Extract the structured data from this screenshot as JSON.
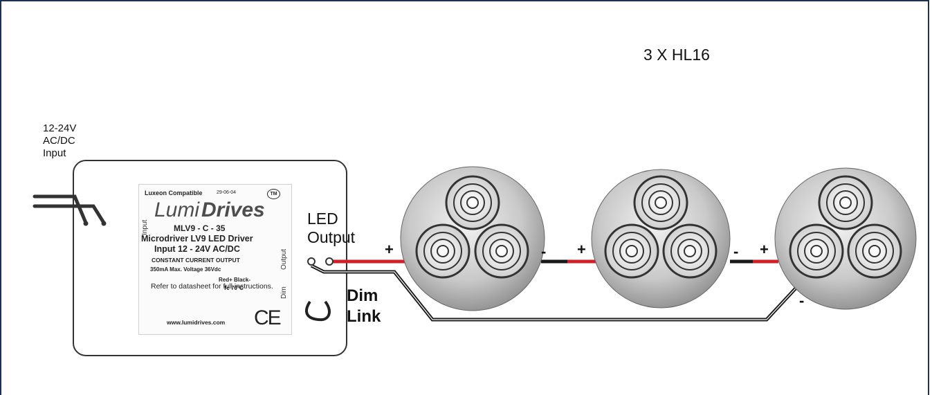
{
  "title": "3 X HL16",
  "input_label": [
    "12-24V",
    "AC/DC",
    "Input"
  ],
  "led_output_label": [
    "LED",
    "Output"
  ],
  "dim_link_label": [
    "Dim",
    "Link"
  ],
  "polarity": {
    "plus": "+",
    "minus": "-"
  },
  "driver_label": {
    "compat": "Luxeon Compatible",
    "date": "29-06-04",
    "tm": "TM",
    "brand_a": "Lumi",
    "brand_b": "Drives",
    "model": "MLV9 - C - 35",
    "driver": "Microdriver LV9 LED Driver",
    "input": "Input  12 - 24V AC/DC",
    "constant_current": "CONSTANT CURRENT OUTPUT",
    "spec": "350mA    Max. Voltage 36Vdc",
    "red_black": "Red+ Black-",
    "tc": "Tc 70°C",
    "refer": "Refer to datasheet for full instructions.",
    "website": "www.lumidrives.com",
    "ce": "CE",
    "side_input": "Input",
    "side_output": "Output",
    "side_dim": "Dim"
  },
  "colors": {
    "frame": "#1d2f52",
    "wire_red": "#d0202a",
    "wire_black": "#1a1a1a"
  },
  "lights": [
    "HL16",
    "HL16",
    "HL16"
  ]
}
